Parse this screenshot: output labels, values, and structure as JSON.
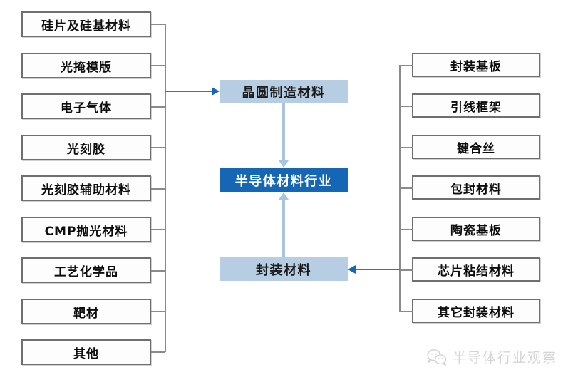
{
  "diagram": {
    "title": "半导体材料行业",
    "colors": {
      "stage_light": "#b6cde4",
      "stage_dark": "#1567b5",
      "arrow_blue": "#1c7fc4",
      "connector_gray": "#8a8a8a",
      "box_border": "#6f6f6f"
    },
    "wafer_materials": {
      "label": "晶圆制造材料",
      "items": [
        {
          "label": "硅片及硅基材料"
        },
        {
          "label": "光掩模版"
        },
        {
          "label": "电子气体"
        },
        {
          "label": "光刻胶"
        },
        {
          "label": "光刻胶辅助材料"
        },
        {
          "label": "CMP抛光材料"
        },
        {
          "label": "工艺化学品"
        },
        {
          "label": "靶材"
        },
        {
          "label": "其他"
        }
      ]
    },
    "center": {
      "top_label": "晶圆制造材料",
      "core_label": "半导体材料行业",
      "bottom_label": "封装材料"
    },
    "packaging_materials": {
      "label": "封装材料",
      "items": [
        {
          "label": "封装基板"
        },
        {
          "label": "引线框架"
        },
        {
          "label": "键合丝"
        },
        {
          "label": "包封材料"
        },
        {
          "label": "陶瓷基板"
        },
        {
          "label": "芯片粘结材料"
        },
        {
          "label": "其它封装材料"
        }
      ]
    },
    "watermark": {
      "text": "半导体行业观察",
      "icon": "wechat-icon"
    }
  }
}
